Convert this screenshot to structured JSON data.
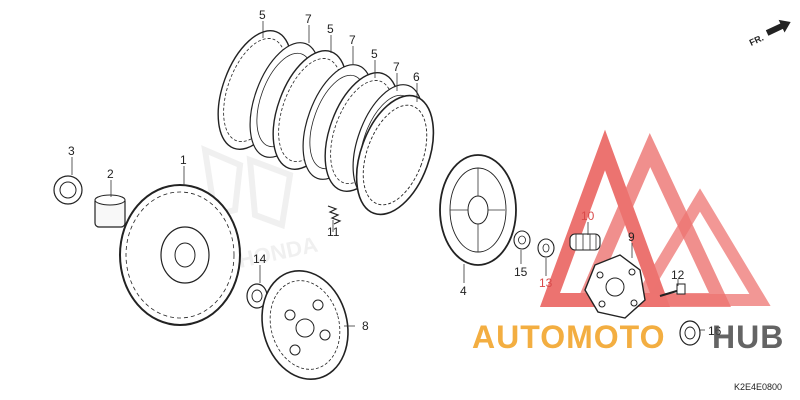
{
  "callouts": {
    "c1": "1",
    "c2": "2",
    "c3": "3",
    "c4": "4",
    "c5a": "5",
    "c5b": "5",
    "c5c": "5",
    "c6": "6",
    "c7a": "7",
    "c7b": "7",
    "c7c": "7",
    "c8": "8",
    "c9": "9",
    "c10": "10",
    "c11": "11",
    "c12": "12",
    "c13": "13",
    "c14": "14",
    "c15": "15",
    "c16": "16"
  },
  "direction_label": "FR.",
  "diagram_code": "K2E4E0800",
  "watermark": {
    "brand_left": "AUTOMOTO",
    "brand_right": "HUB",
    "color_accent": "#f2a020",
    "color_red": "#e53935",
    "color_dark": "#4a4a4a"
  },
  "background_logo": "HONDA"
}
